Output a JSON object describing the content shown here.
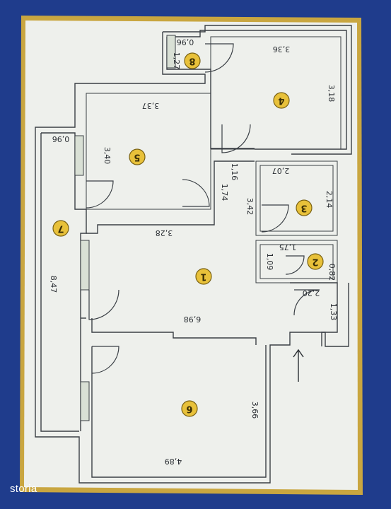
{
  "plan": {
    "rooms": [
      {
        "id": "1",
        "label": "1"
      },
      {
        "id": "2",
        "label": "2"
      },
      {
        "id": "3",
        "label": "3"
      },
      {
        "id": "4",
        "label": "4"
      },
      {
        "id": "5",
        "label": "5"
      },
      {
        "id": "6",
        "label": "6"
      },
      {
        "id": "7",
        "label": "7"
      },
      {
        "id": "8",
        "label": "8"
      }
    ],
    "dimensions": {
      "r8_width": "0,96",
      "r8_height": "1,27",
      "r4_width": "3,36",
      "r4_height": "3,18",
      "r5_width": "3,37",
      "r5_height": "3,40",
      "r7_width": "0,96",
      "r7_length": "8,47",
      "hall_small": "1,16",
      "hall_narrow": "1,74",
      "hall_long": "3,42",
      "r3_width": "2,07",
      "r3_height": "2,14",
      "r1_top": "3,28",
      "r2_width": "1,75",
      "r2_left": "1,09",
      "r2_right": "0,82",
      "entry_width": "2,20",
      "entry_depth": "1,33",
      "r1_width": "6,98",
      "r6_height": "3,66",
      "r6_width": "4,89"
    }
  },
  "watermark": "storia",
  "colors": {
    "background": "#1f3c8c",
    "paper": "#eef0ec",
    "frame": "#c9a640",
    "badge": "#e8c13a"
  }
}
